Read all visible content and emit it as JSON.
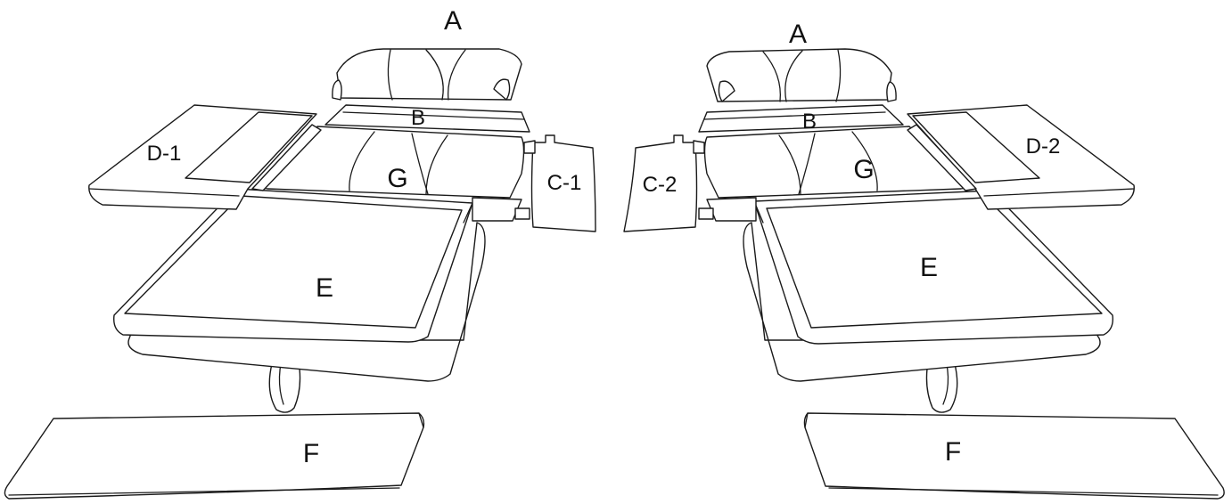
{
  "diagram": {
    "left": {
      "label_a": "A",
      "label_b": "B",
      "label_c": "C-1",
      "label_d": "D-1",
      "label_e": "E",
      "label_f": "F",
      "label_g": "G"
    },
    "right": {
      "label_a": "A",
      "label_b": "B",
      "label_c": "C-2",
      "label_d": "D-2",
      "label_e": "E",
      "label_f": "F",
      "label_g": "G"
    }
  }
}
